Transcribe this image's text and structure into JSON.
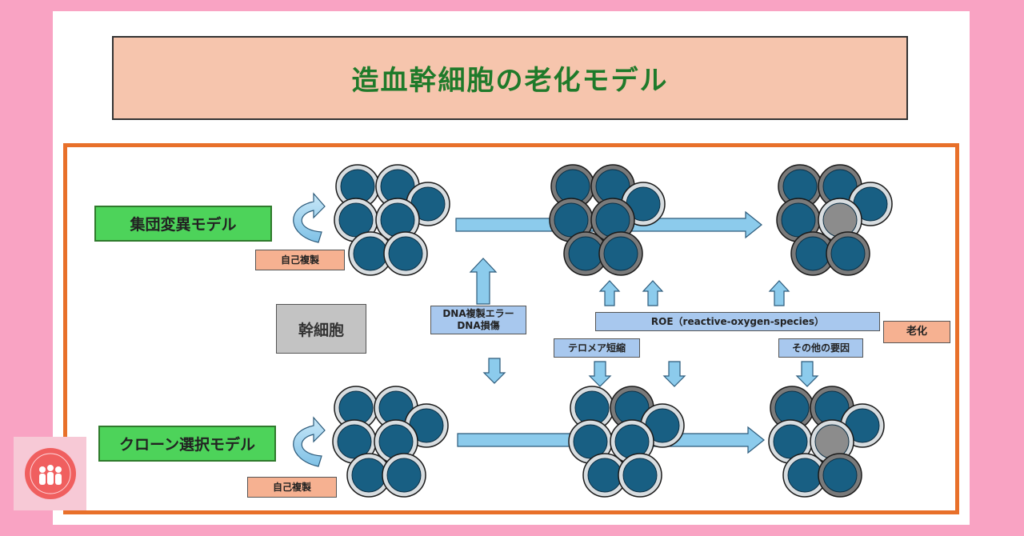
{
  "title": "造血幹細胞の老化モデル",
  "center_label": "幹細胞",
  "models": {
    "top": {
      "label": "集団変異モデル",
      "self_renewal": "自己複製"
    },
    "bottom": {
      "label": "クローン選択モデル",
      "self_renewal": "自己複製"
    }
  },
  "factors": {
    "dna": [
      "DNA複製エラー",
      "DNA損傷"
    ],
    "roe": "ROE（reactive-oxygen-species）",
    "telomere": "テロメア短縮",
    "other": "その他の要因",
    "aging": "老化"
  },
  "colors": {
    "cell_core": "#185f83",
    "healthy_ring": "#d8dde0",
    "aged_ring": "#7a7a7a",
    "dead_cell": "#8c8c8c",
    "arrow_fill": "#8ccbec",
    "frame": "#e8702a"
  }
}
